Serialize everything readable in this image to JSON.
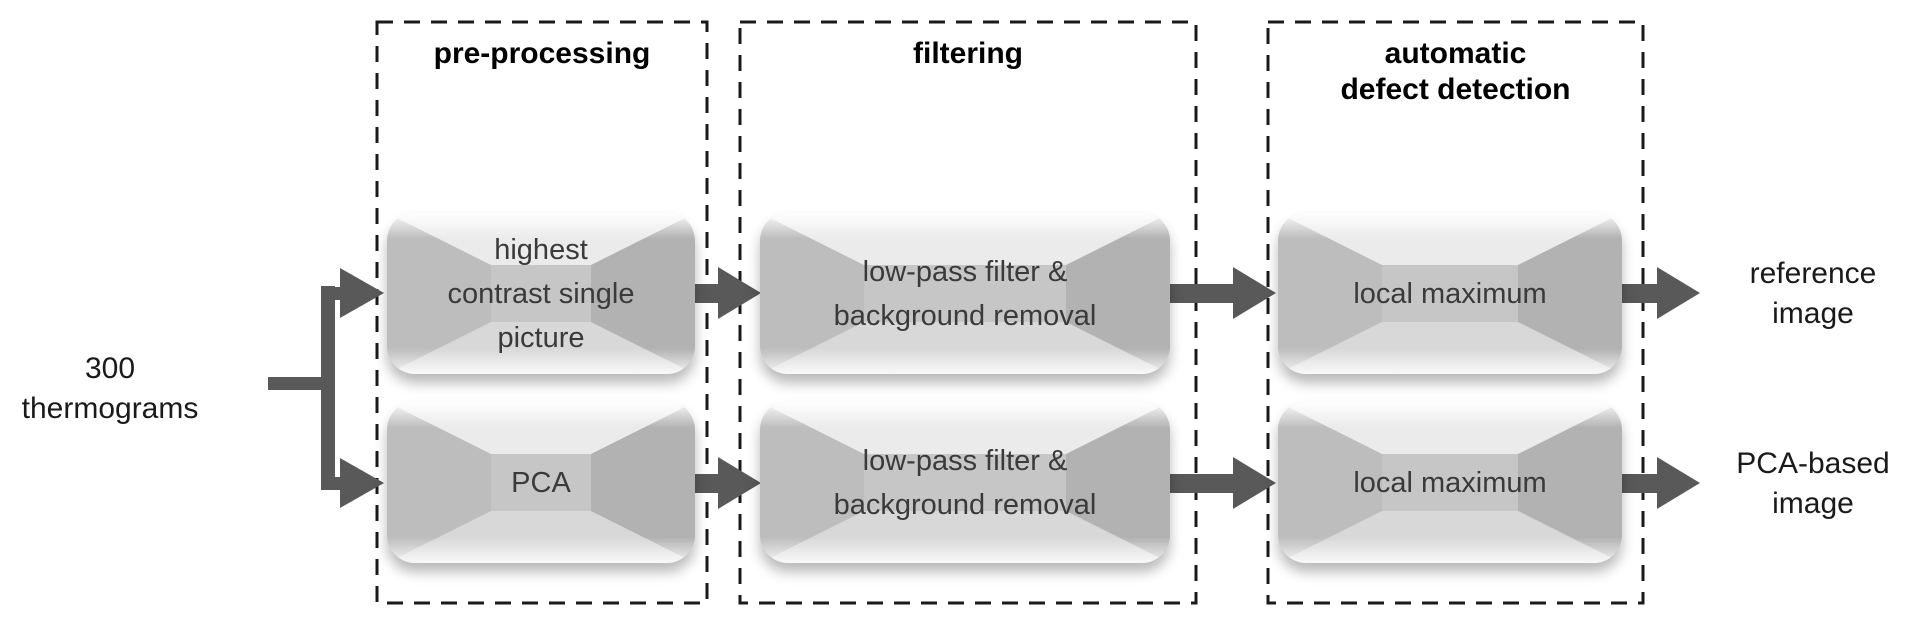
{
  "diagram": {
    "input": {
      "label": [
        "300",
        "thermograms"
      ]
    },
    "stages": [
      {
        "label": [
          "pre-processing"
        ],
        "nodes": [
          {
            "label": [
              "highest",
              "contrast single",
              "picture"
            ]
          },
          {
            "label": [
              "PCA"
            ]
          }
        ]
      },
      {
        "label": [
          "filtering"
        ],
        "nodes": [
          {
            "label": [
              "low-pass filter &",
              "background removal"
            ]
          },
          {
            "label": [
              "low-pass filter &",
              "background removal"
            ]
          }
        ]
      },
      {
        "label": [
          "automatic",
          "defect detection"
        ],
        "nodes": [
          {
            "label": [
              "local maximum"
            ]
          },
          {
            "label": [
              "local maximum"
            ]
          }
        ]
      }
    ],
    "outputs": [
      {
        "label": [
          "reference",
          "image"
        ]
      },
      {
        "label": [
          "PCA-based",
          "image"
        ]
      }
    ],
    "colors": {
      "arrow": "#595959",
      "dashed_border": "#1a1a1a",
      "node_center": "#c6c6c6",
      "node_text": "#3a3a3a",
      "background": "#ffffff"
    }
  }
}
